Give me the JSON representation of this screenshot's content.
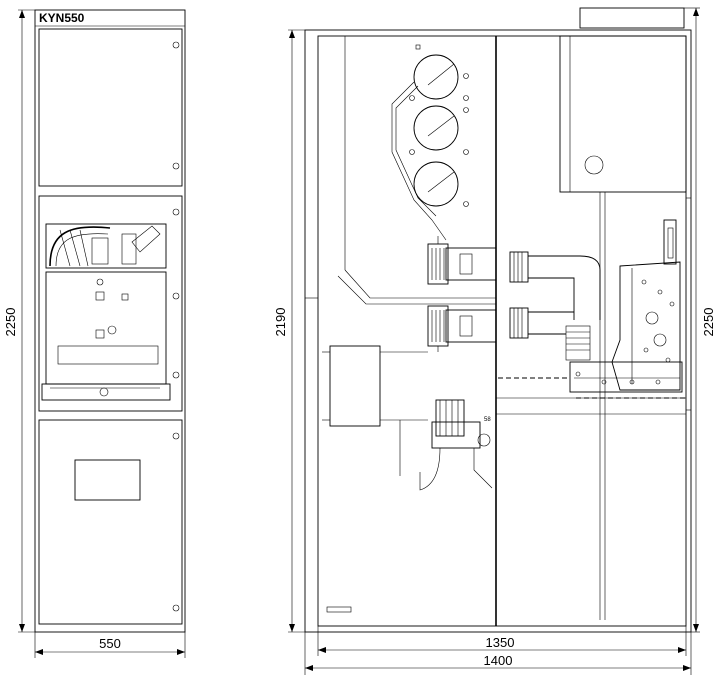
{
  "model_label": "KYN550",
  "front_view": {
    "height_dim": "2250",
    "width_dim": "550"
  },
  "side_view": {
    "height_dim_left": "2190",
    "height_dim_right": "2250",
    "width_dim_inner": "1350",
    "width_dim_outer": "1400",
    "small_label": "58"
  },
  "colors": {
    "line": "#000000",
    "background": "#ffffff"
  }
}
